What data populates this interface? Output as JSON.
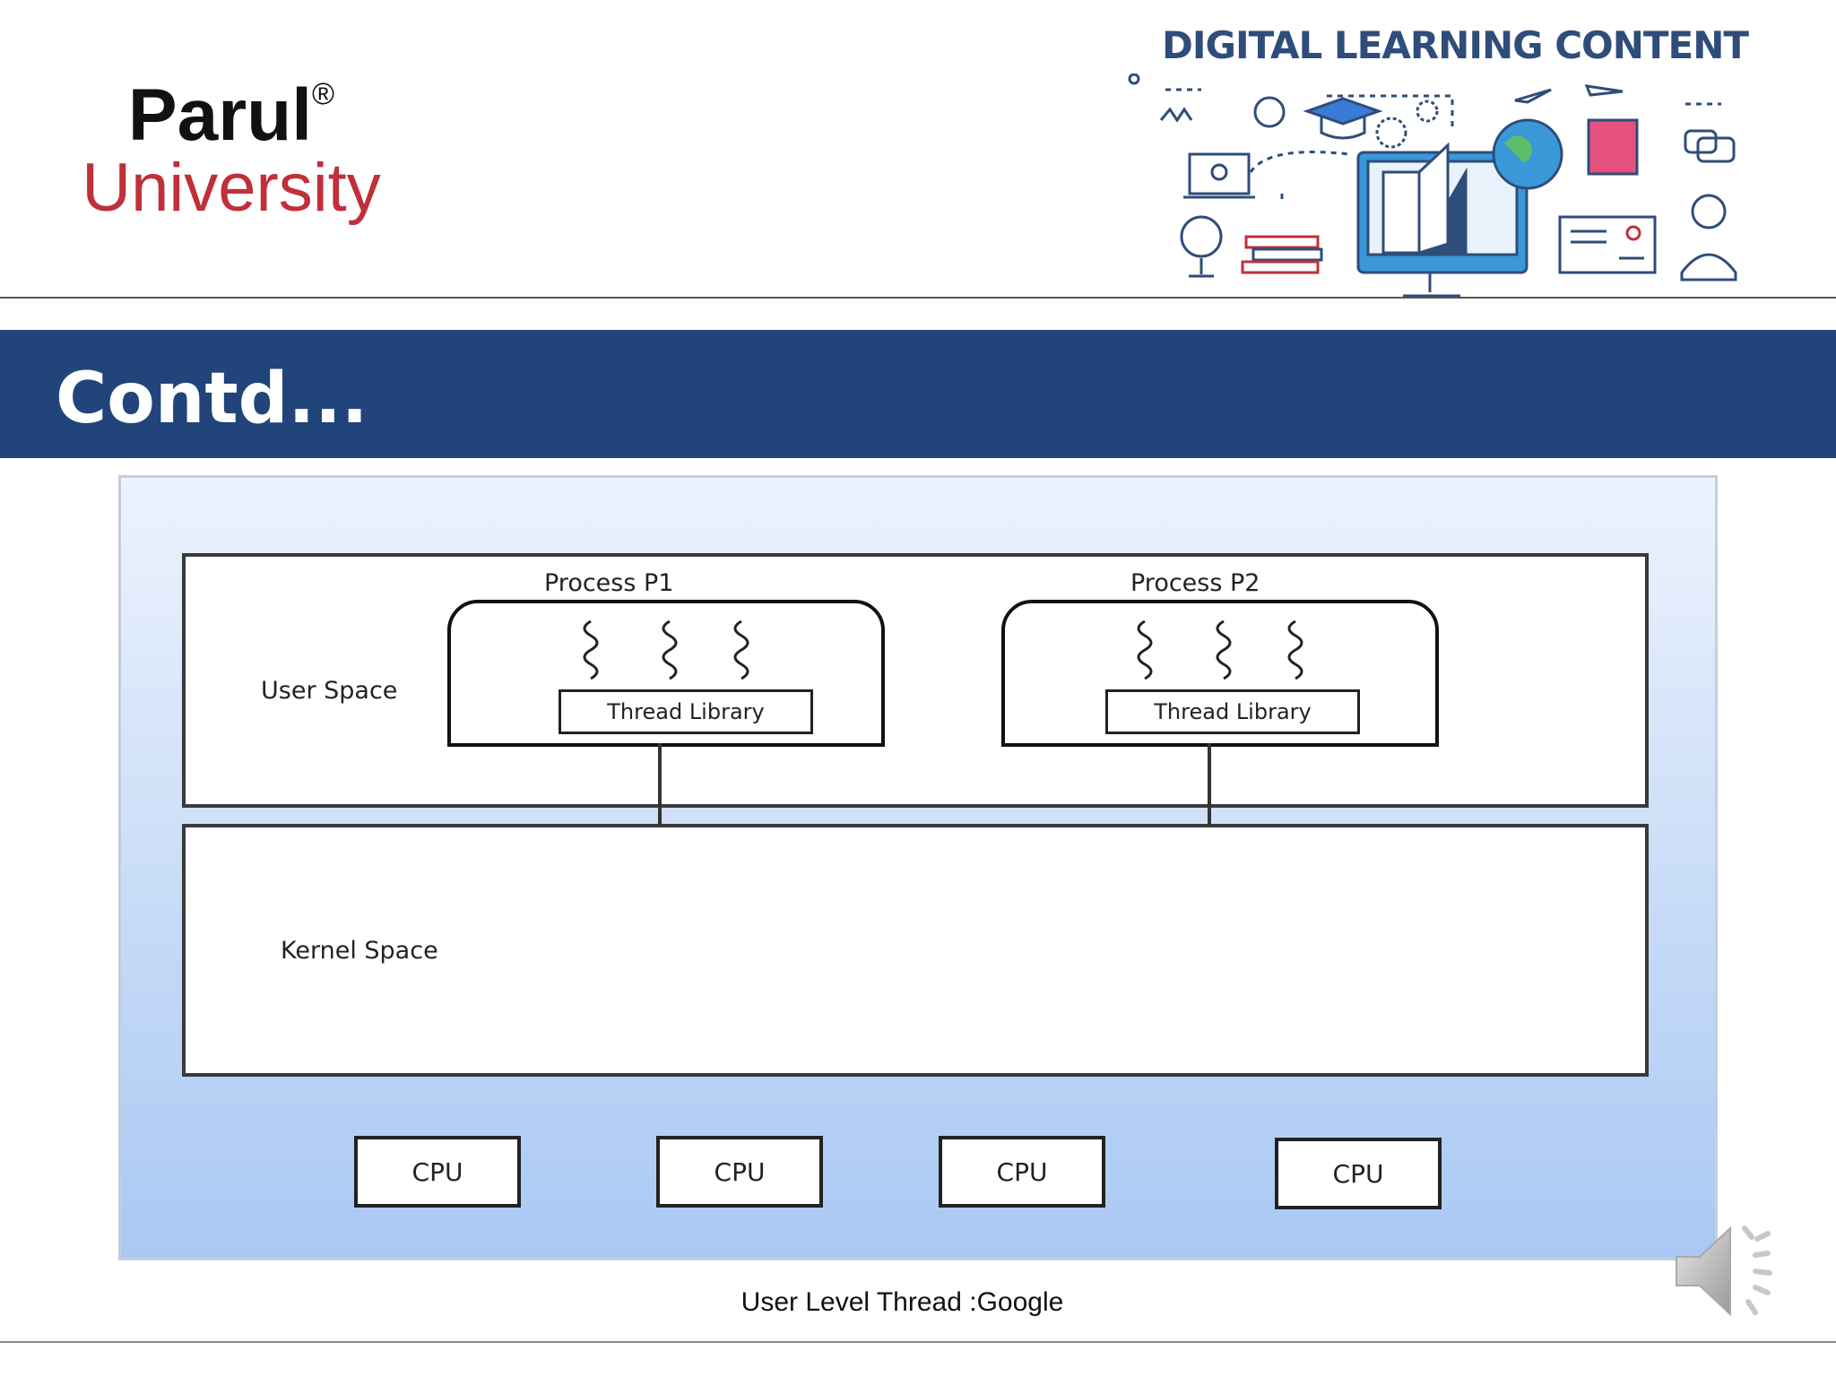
{
  "logo": {
    "line1": "Parul",
    "registered": "®",
    "line2": "University"
  },
  "header": {
    "dlc_title": "DIGITAL LEARNING CONTENT"
  },
  "slide": {
    "title": "Contd..."
  },
  "diagram": {
    "user_space_label": "User Space",
    "kernel_space_label": "Kernel Space",
    "process1": {
      "label": "Process P1",
      "library": "Thread Library"
    },
    "process2": {
      "label": "Process P2",
      "library": "Thread Library"
    },
    "cpus": [
      "CPU",
      "CPU",
      "CPU",
      "CPU"
    ]
  },
  "caption": "User Level Thread :Google",
  "colors": {
    "banner": "#21457a",
    "logo_red": "#c0303a",
    "dlc_blue": "#2f4d7a"
  },
  "icons": [
    "education-collage-icon",
    "speaker-icon",
    "thread-icon"
  ]
}
